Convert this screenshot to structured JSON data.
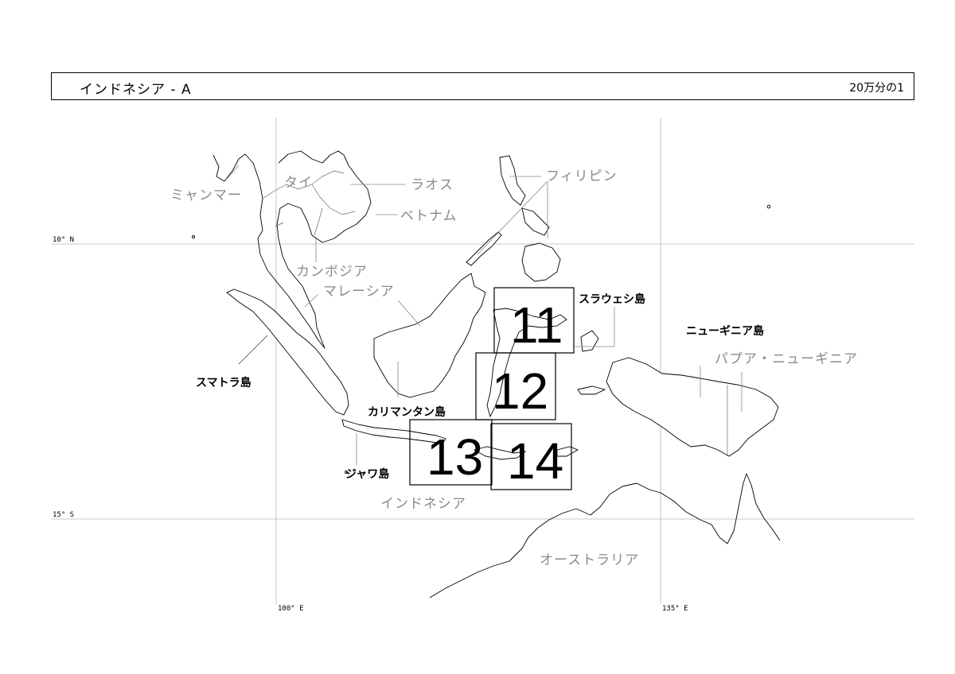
{
  "header": {
    "title": "インドネシア - A",
    "scale": "20万分の1"
  },
  "coords": {
    "lat_north": "10° N",
    "lat_south": "15° S",
    "lon_100": "100° E",
    "lon_135": "135° E"
  },
  "countries": {
    "myanmar": "ミャンマー",
    "thailand": "タイ",
    "laos": "ラオス",
    "vietnam": "ベトナム",
    "cambodia": "カンボジア",
    "malaysia": "マレーシア",
    "philippines": "フィリピン",
    "papua_new_guinea": "パプア・ニューギニア",
    "indonesia": "インドネシア",
    "australia": "オーストラリア"
  },
  "islands": {
    "sumatra": "スマトラ島",
    "kalimantan": "カリマンタン島",
    "java": "ジャワ島",
    "sulawesi": "スラウェシ島",
    "new_guinea": "ニューギニア島"
  },
  "sheets": [
    "11",
    "12",
    "13",
    "14"
  ]
}
